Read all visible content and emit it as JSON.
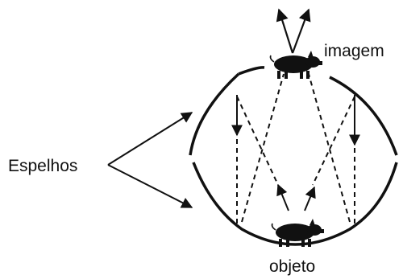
{
  "labels": {
    "image": "imagem",
    "mirrors": "Espelhos",
    "object": "objeto"
  },
  "colors": {
    "ink": "#111111",
    "background": "#ffffff"
  },
  "icons": {
    "object_figure": "pig-silhouette-icon",
    "image_figure": "pig-silhouette-icon"
  }
}
